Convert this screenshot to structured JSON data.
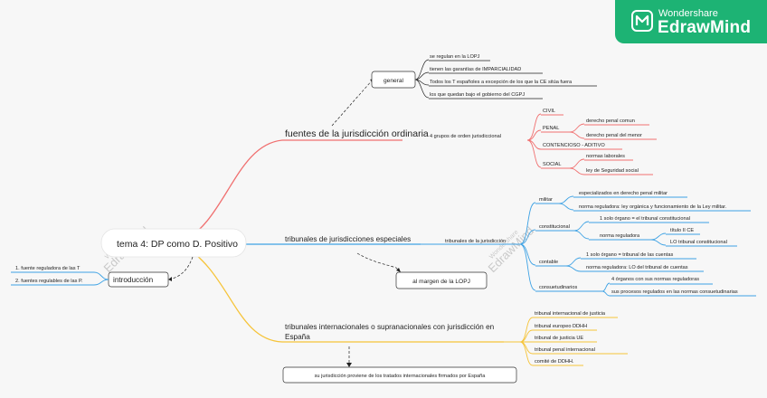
{
  "brand": {
    "line1": "Wondershare",
    "line2": "EdrawMind"
  },
  "watermark": {
    "small": "Wondershare",
    "big": "EdrawMind"
  },
  "root": "tema 4: DP como D. Positivo",
  "intro": {
    "label": "introducción",
    "items": [
      "1. fuente reguladora de las T",
      "2. fuentes regulables de las P."
    ]
  },
  "branch1": {
    "label": "fuentes de la jurisdicción ordinaria",
    "general": {
      "label": "general",
      "items": [
        "se regulan en la LOPJ",
        "tienen las garantías de IMPARCIALIDAD",
        "Todos los T españoles a excepción de los que la CE sitúa fuera",
        "los que quedan bajo el gobierno del CGPJ"
      ]
    },
    "ordenes": {
      "label": "4 grupos de orden jurisdiccional",
      "civil": "CIVIL",
      "penal": "PENAL",
      "penal_items": [
        "derecho penal comun",
        "derecho penal del menor"
      ],
      "contencioso": "CONTENCIOSO - ADITIVO",
      "social": "SOCIAL",
      "social_items": [
        "normas laborales",
        "ley de Seguridad social"
      ]
    }
  },
  "branch2": {
    "label": "tribunales de jurisdicciones especiales",
    "sub": "tribunales de la jurisdicción",
    "margin_box": "al margen de la LOPJ",
    "militar": {
      "label": "militar",
      "items": [
        "especializados en derecho penal militar",
        "norma reguladora: ley orgánica y funcionamiento de la Ley militar."
      ]
    },
    "constitucional": {
      "label": "constitucional",
      "organ": "1 solo órgano = el tribunal constitucional",
      "norma": "norma reguladora",
      "norma_items": [
        "título II CE",
        "LO tribunal constitucional"
      ]
    },
    "contable": {
      "label": "contable",
      "items": [
        "1 solo órgano = tribunal de las cuentas",
        "norma reguladora: LO del tribunal de cuentas"
      ]
    },
    "consuetudinarios": {
      "label": "consuetudinarios",
      "items": [
        "4 órganos con sus normas reguladoras",
        "sus procesos regulados en las normas consuetudinarias"
      ]
    }
  },
  "branch3": {
    "label_line1": "tribunales internacionales o supranacionales con jurisdicción en",
    "label_line2": "España",
    "items": [
      "tribunal internacional de justicia",
      "tribunal europeo DDHH",
      "tribunal de justicia UE",
      "tribunal penal internacional",
      "comité de DDHH."
    ],
    "note": "su jurisdicción proviene de los tratados internacionales firmados por España"
  },
  "colors": {
    "red": "#f07070",
    "blue": "#3ea2e4",
    "yellow": "#f6c43a",
    "brand": "#1db374"
  }
}
